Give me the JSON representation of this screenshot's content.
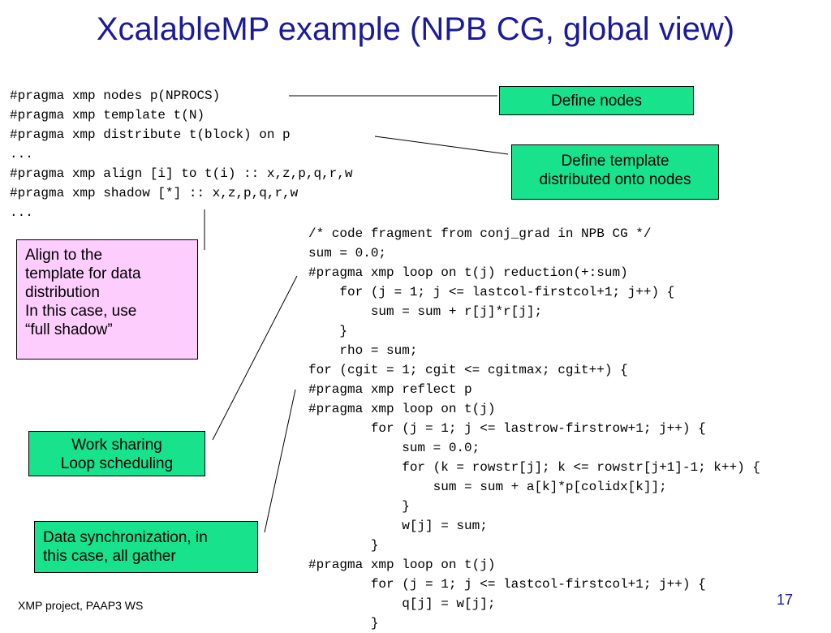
{
  "slide": {
    "title": "XcalableMP example (NPB CG, global view)",
    "code_top": [
      "#pragma xmp nodes p(NPROCS)",
      "#pragma xmp template t(N)",
      "#pragma xmp distribute t(block) on p",
      "...",
      "#pragma xmp align [i] to t(i) :: x,z,p,q,r,w",
      "#pragma xmp shadow [*] :: x,z,p,q,r,w",
      "..."
    ],
    "code_main": [
      "/* code fragment from conj_grad in NPB CG */",
      "sum = 0.0;",
      "#pragma xmp loop on t(j) reduction(+:sum)",
      "    for (j = 1; j <= lastcol-firstcol+1; j++) {",
      "        sum = sum + r[j]*r[j];",
      "    }",
      "    rho = sum;",
      "for (cgit = 1; cgit <= cgitmax; cgit++) {",
      "#pragma xmp reflect p",
      "#pragma xmp loop on t(j)",
      "        for (j = 1; j <= lastrow-firstrow+1; j++) {",
      "            sum = 0.0;",
      "            for (k = rowstr[j]; k <= rowstr[j+1]-1; k++) {",
      "                sum = sum + a[k]*p[colidx[k]];",
      "            }",
      "            w[j] = sum;",
      "        }",
      "#pragma xmp loop on t(j)",
      "        for (j = 1; j <= lastcol-firstcol+1; j++) {",
      "            q[j] = w[j];",
      "        }"
    ],
    "callouts": {
      "define_nodes": [
        "Define nodes"
      ],
      "define_template": [
        "Define template",
        "distributed onto nodes"
      ],
      "align": [
        "Align to the",
        "template for data",
        "distribution",
        "In this case, use",
        "“full shadow”"
      ],
      "work_sharing": [
        "Work sharing",
        "Loop scheduling"
      ],
      "data_sync": [
        "Data synchronization, in",
        "this case, all gather"
      ]
    },
    "footer": "XMP project, PAAP3  WS",
    "page_number": "17",
    "colors": {
      "title": "#1a1a9c",
      "callout_green": "#19e28d",
      "callout_pink": "#fdcdfd"
    }
  }
}
